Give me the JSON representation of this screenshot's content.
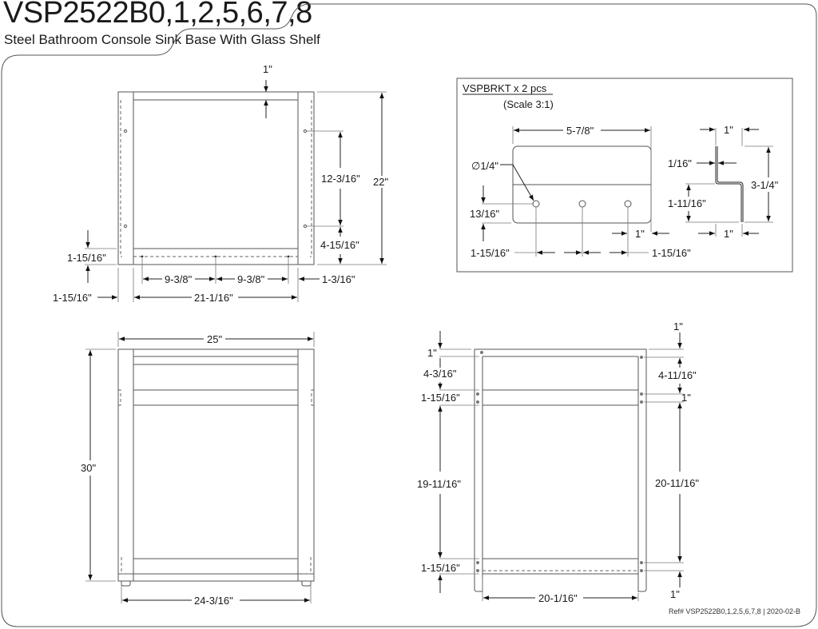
{
  "header": {
    "title": "VSP2522B0,1,2,5,6,7,8",
    "subtitle": "Steel Bathroom Console Sink Base With Glass Shelf"
  },
  "footer": {
    "ref": "Ref# VSP2522B0,1,2,5,6,7,8 | 2020-02-B"
  },
  "top_view": {
    "top_rail": "1\"",
    "overall_depth": "22\"",
    "hole_spacing_vertical": "12-3/16\"",
    "hole_to_bottom": "4-15/16\"",
    "bottom_rail_left": "1-15/16\"",
    "hole_spacing_1": "9-3/8\"",
    "hole_spacing_2": "9-3/8\"",
    "right_offset": "1-3/16\"",
    "leg_width": "1-15/16\"",
    "inner_width": "21-1/16\""
  },
  "bracket": {
    "title": "VSPBRKT x 2 pcs",
    "scale": "(Scale 3:1)",
    "length": "5-7/8\"",
    "hole_diameter": "∅1/4\"",
    "hole_height": "13/16\"",
    "edge_offset": "1\"",
    "hole_spacing_left": "1-15/16\"",
    "hole_spacing_right": "1-15/16\"",
    "side_top_width": "1\"",
    "thickness": "1/16\"",
    "side_lower_height": "1-11/16\"",
    "side_total_height": "3-1/4\"",
    "side_bottom_width": "1\""
  },
  "front_view": {
    "overall_width": "25\"",
    "overall_height": "30\"",
    "bottom_width": "24-3/16\""
  },
  "side_view": {
    "left_top": "1\"",
    "left_upper_gap": "4-3/16\"",
    "left_rail": "1-15/16\"",
    "left_main": "19-11/16\"",
    "left_bottom_rail": "1-15/16\"",
    "right_top": "1\"",
    "right_upper_gap": "4-11/16\"",
    "right_rail": "1\"",
    "right_main": "20-11/16\"",
    "right_bottom": "1\"",
    "bottom_width": "20-1/16\""
  }
}
